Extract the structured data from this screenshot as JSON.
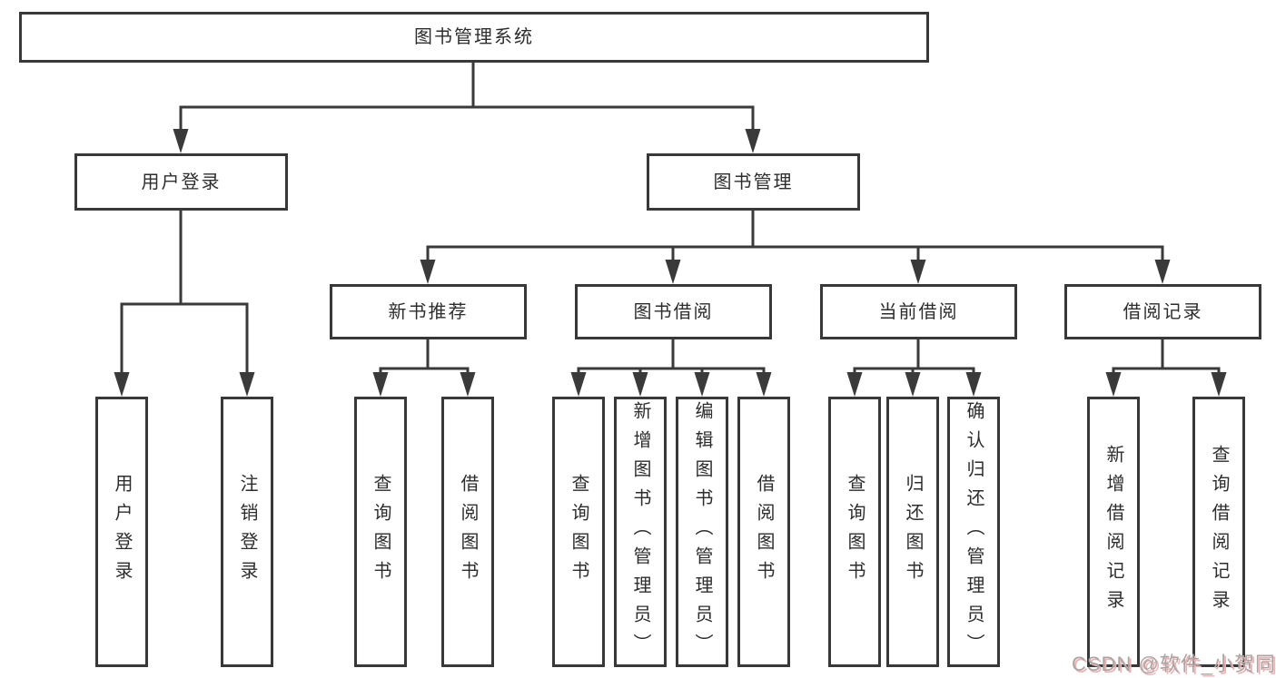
{
  "colors": {
    "line": "#3a3a3a",
    "box_border": "#383838",
    "text": "#2d2d2d",
    "watermark_text": "#a6a6a6",
    "watermark_shadow": "#f3b0b0"
  },
  "tree": {
    "root": {
      "label": "图书管理系统"
    },
    "branches": [
      {
        "label": "用户登录",
        "children": [
          {
            "label": "用户登录"
          },
          {
            "label": "注销登录"
          }
        ]
      },
      {
        "label": "图书管理",
        "sections": [
          {
            "label": "新书推荐",
            "children": [
              {
                "label": "查询图书"
              },
              {
                "label": "借阅图书"
              }
            ]
          },
          {
            "label": "图书借阅",
            "children": [
              {
                "label": "查询图书"
              },
              {
                "label": "新增图书（管理员）"
              },
              {
                "label": "编辑图书（管理员）"
              },
              {
                "label": "借阅图书"
              }
            ]
          },
          {
            "label": "当前借阅",
            "children": [
              {
                "label": "查询图书"
              },
              {
                "label": "归还图书"
              },
              {
                "label": "确认归还（管理员）"
              }
            ]
          },
          {
            "label": "借阅记录",
            "children": [
              {
                "label": "新增借阅记录"
              },
              {
                "label": "查询借阅记录"
              }
            ]
          }
        ]
      }
    ]
  },
  "watermark": {
    "text": "CSDN @软件_小贺同学"
  }
}
